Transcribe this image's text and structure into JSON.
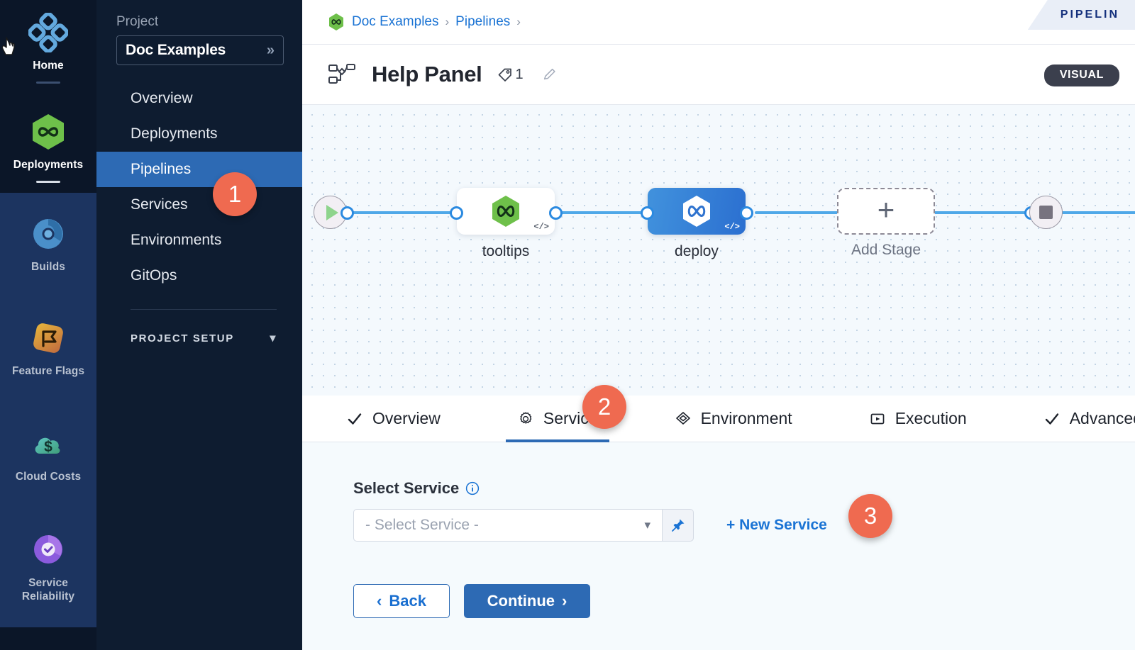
{
  "module_rail": {
    "items": [
      {
        "label": "Home",
        "icon": "home-diamond-icon",
        "active": true,
        "underline": true
      },
      {
        "label": "Deployments",
        "icon": "deployments-infinity-icon",
        "active": true,
        "underline": true
      },
      {
        "label": "Builds",
        "icon": "builds-icon",
        "active": false,
        "underline": false
      },
      {
        "label": "Feature Flags",
        "icon": "feature-flags-icon",
        "active": false,
        "underline": false
      },
      {
        "label": "Cloud Costs",
        "icon": "cloud-costs-icon",
        "active": false,
        "underline": false
      },
      {
        "label": "Service Reliability",
        "icon": "service-reliability-icon",
        "active": false,
        "underline": false
      }
    ]
  },
  "sidebar": {
    "section_label": "Project",
    "project_name": "Doc Examples",
    "expand_icon": "double-chevron-right-icon",
    "items": [
      {
        "label": "Overview",
        "active": false
      },
      {
        "label": "Deployments",
        "active": false
      },
      {
        "label": "Pipelines",
        "active": true
      },
      {
        "label": "Services",
        "active": false
      },
      {
        "label": "Environments",
        "active": false
      },
      {
        "label": "GitOps",
        "active": false
      }
    ],
    "setup_label": "PROJECT SETUP",
    "setup_chevron": "chevron-down-icon"
  },
  "breadcrumb": {
    "project_icon": "harness-project-icon",
    "items": [
      "Doc Examples",
      "Pipelines"
    ],
    "separator": "›",
    "ribbon_label": "PIPELIN"
  },
  "header": {
    "pipeline_icon": "pipeline-graph-icon",
    "title": "Help Panel",
    "tag_icon": "tag-icon",
    "tag_count": "1",
    "edit_icon": "pencil-icon",
    "mode_badge": "VISUAL"
  },
  "canvas": {
    "start_node": {
      "name": "start-node",
      "icon": "play-icon"
    },
    "end_node": {
      "name": "end-node",
      "icon": "stop-icon"
    },
    "stages": [
      {
        "label": "tooltips",
        "type": "white",
        "icon": "harness-hexagon-green-icon",
        "code_mark": "</>"
      },
      {
        "label": "deploy",
        "type": "blue",
        "icon": "harness-hexagon-white-icon",
        "code_mark": "</>"
      },
      {
        "label": "Add Stage",
        "type": "dashed",
        "icon": "plus-icon",
        "code_mark": ""
      }
    ]
  },
  "tabs": [
    {
      "label": "Overview",
      "icon": "check-icon",
      "active": false
    },
    {
      "label": "Service",
      "icon": "gear-icon",
      "active": true
    },
    {
      "label": "Environment",
      "icon": "layers-diamond-icon",
      "active": false
    },
    {
      "label": "Execution",
      "icon": "play-box-icon",
      "active": false
    },
    {
      "label": "Advanced",
      "icon": "check-icon",
      "active": false
    }
  ],
  "form": {
    "field_label": "Select Service",
    "info_icon": "info-icon",
    "select_placeholder": "- Select Service -",
    "select_chevron": "chevron-down-icon",
    "pin_icon": "pin-icon",
    "new_service_label": "+ New Service",
    "back_label": "Back",
    "back_icon": "chevron-left-icon",
    "continue_label": "Continue",
    "continue_icon": "chevron-right-icon"
  },
  "callouts": [
    {
      "number": "1"
    },
    {
      "number": "2"
    },
    {
      "number": "3"
    }
  ],
  "colors": {
    "accent_blue": "#2d6ab4",
    "link_blue": "#1a73d4",
    "callout_orange": "#ef6a50",
    "rail_bg": "#0b1628",
    "sidebar_bg": "#0e1c30",
    "canvas_bg": "#f4f9fd",
    "edge_blue": "#4fa8e8",
    "green": "#6ec04a"
  }
}
